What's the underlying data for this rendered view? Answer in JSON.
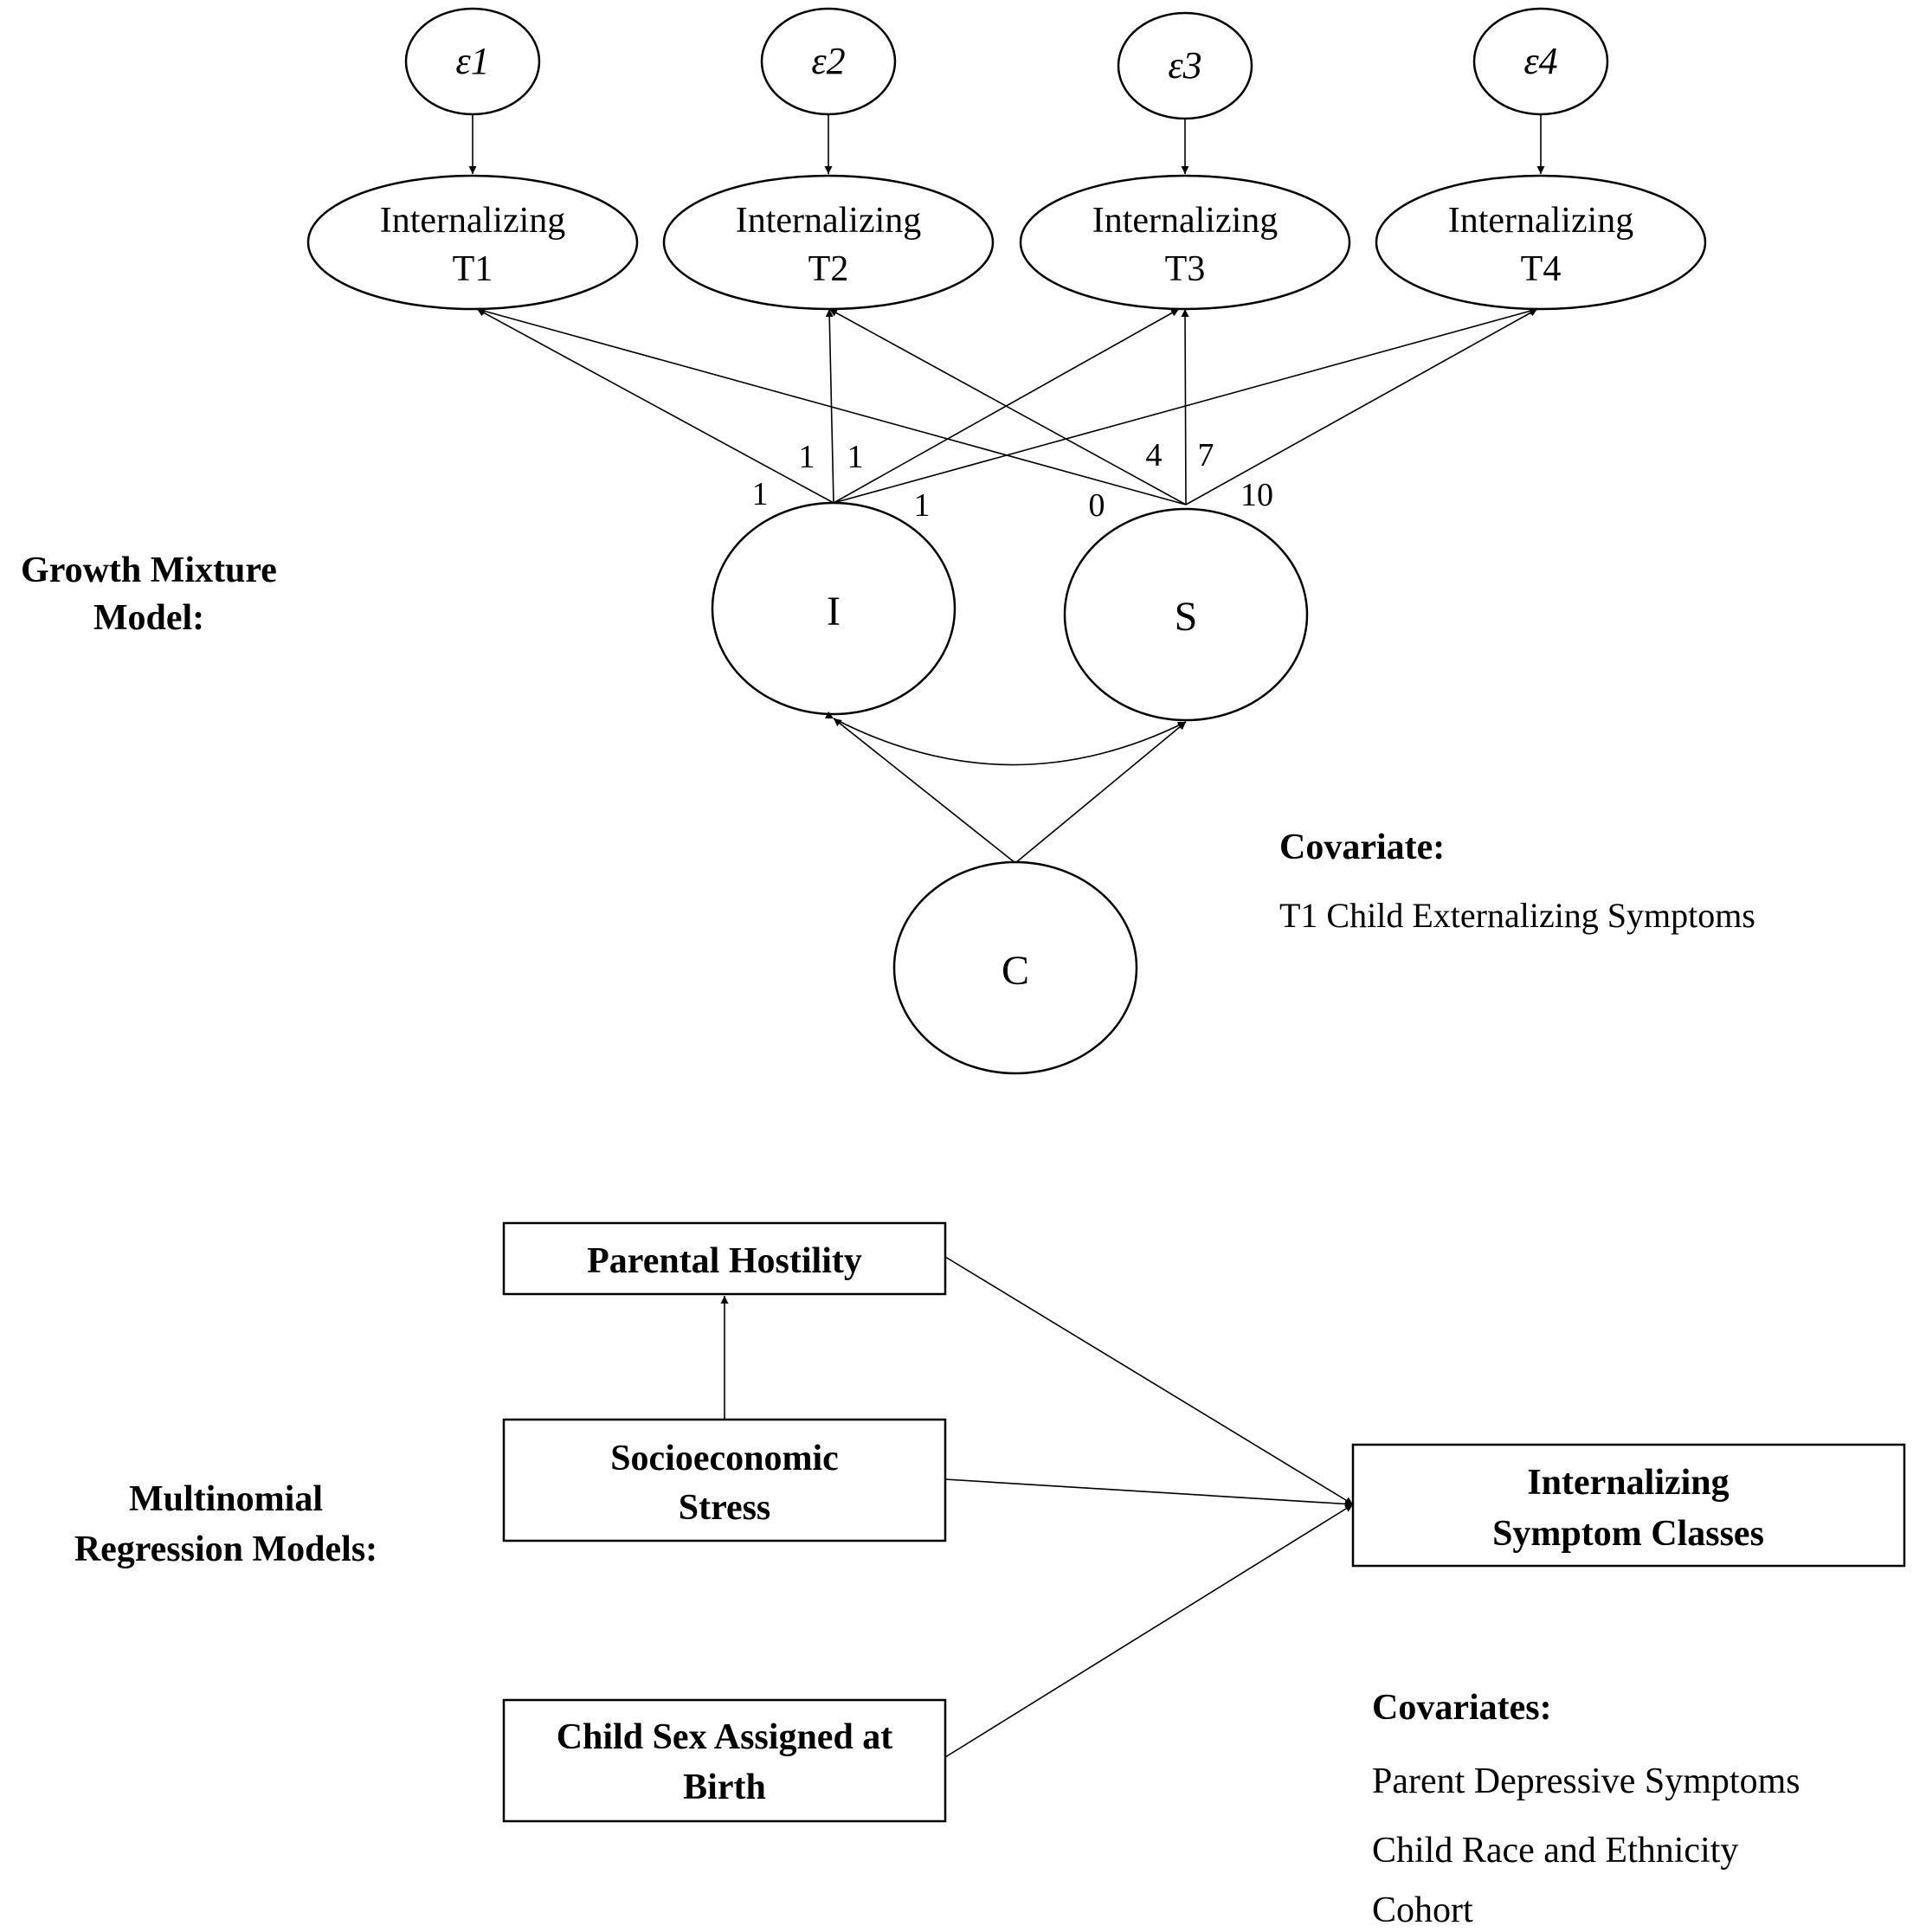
{
  "gmm": {
    "section_title_line1": "Growth Mixture",
    "section_title_line2": "Model:",
    "errors": [
      "ε1",
      "ε2",
      "ε3",
      "ε4"
    ],
    "indicators": [
      {
        "line1": "Internalizing",
        "line2": "T1"
      },
      {
        "line1": "Internalizing",
        "line2": "T2"
      },
      {
        "line1": "Internalizing",
        "line2": "T3"
      },
      {
        "line1": "Internalizing",
        "line2": "T4"
      }
    ],
    "intercept_label": "I",
    "slope_label": "S",
    "class_label": "C",
    "intercept_loadings": [
      "1",
      "1",
      "1",
      "1"
    ],
    "slope_loadings": [
      "0",
      "4",
      "7",
      "10"
    ],
    "covariate_heading": "Covariate:",
    "covariate_item": "T1 Child Externalizing Symptoms"
  },
  "mrm": {
    "section_title_line1": "Multinomial",
    "section_title_line2": "Regression Models:",
    "parental_hostility": "Parental Hostility",
    "ses_line1": "Socioeconomic",
    "ses_line2": "Stress",
    "sex_line1": "Child Sex Assigned at",
    "sex_line2": "Birth",
    "outcome_line1": "Internalizing",
    "outcome_line2": "Symptom Classes",
    "covariates_heading": "Covariates:",
    "covariates": [
      "Parent Depressive Symptoms",
      "Child Race and Ethnicity",
      "Cohort"
    ]
  }
}
